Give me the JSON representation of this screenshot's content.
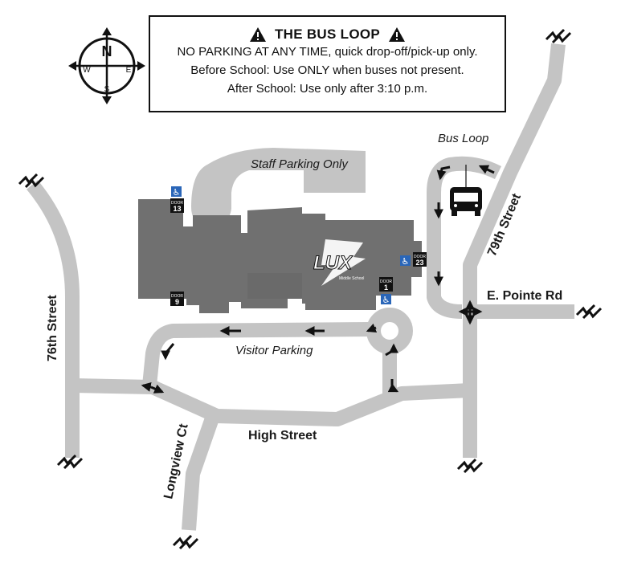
{
  "notice": {
    "title": "THE BUS LOOP",
    "line1": "NO PARKING AT ANY TIME, quick drop-off/pick-up only.",
    "line2": "Before School: Use ONLY when buses not present.",
    "line3": "After School:  Use only after 3:10 p.m."
  },
  "compass": {
    "n": "N",
    "s": "S",
    "e": "E",
    "w": "W"
  },
  "streets": {
    "s76": "76th Street",
    "s79": "79th Street",
    "pointe": "E. Pointe Rd",
    "high": "High Street",
    "longview": "Longview Ct"
  },
  "areas": {
    "staff": "Staff Parking Only",
    "visitor": "Visitor Parking",
    "busloop": "Bus Loop"
  },
  "building": {
    "logo": "LUX",
    "sub": "Middle School"
  },
  "doors": [
    {
      "label": "DOOR",
      "num": "13"
    },
    {
      "label": "DOOR",
      "num": "9"
    },
    {
      "label": "DOOR",
      "num": "1"
    },
    {
      "label": "DOOR",
      "num": "23"
    }
  ],
  "colors": {
    "road": "#c4c4c4",
    "building": "#707070",
    "ink": "#111111",
    "accessible": "#2a66b8"
  }
}
